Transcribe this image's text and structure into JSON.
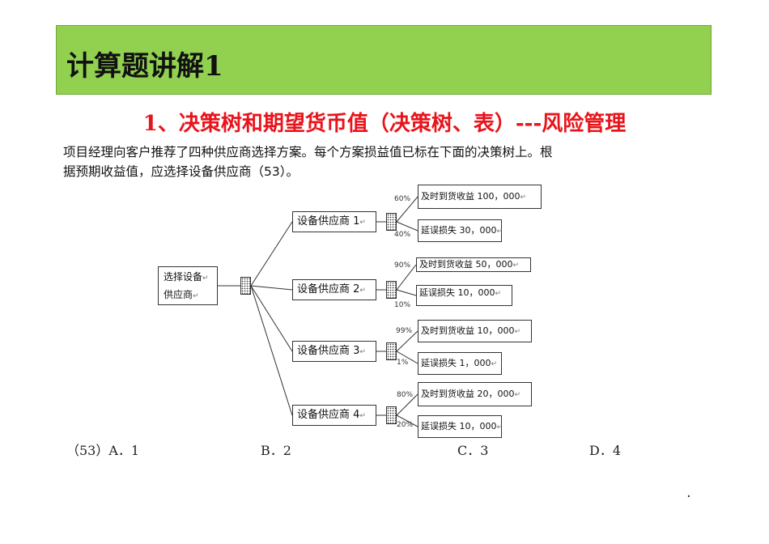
{
  "title": "计算题讲解1",
  "subtitle": "1、决策树和期望货币值（决策树、表）---风险管理",
  "question_lines": [
    "项目经理向客户推荐了四种供应商选择方案。每个方案损益值已标在下面的决策树上。根",
    "据预期收益值，应选择设备供应商（53）。"
  ],
  "tree": {
    "root_lines": [
      "选择设备",
      "供应商"
    ],
    "return_mark": "↵",
    "suppliers": [
      {
        "label": "设备供应商 1",
        "branches": [
          {
            "pct": "60%",
            "label": "及时到货收益 100，000"
          },
          {
            "pct": "40%",
            "label": "延误损失 30，000"
          }
        ]
      },
      {
        "label": "设备供应商 2",
        "branches": [
          {
            "pct": "90%",
            "label": "及时到货收益 50，000"
          },
          {
            "pct": "10%",
            "label": "延误损失 10，000"
          }
        ]
      },
      {
        "label": "设备供应商 3",
        "branches": [
          {
            "pct": "99%",
            "label": "及时到货收益 10，000"
          },
          {
            "pct": "1%",
            "label": "延误损失 1，000"
          }
        ]
      },
      {
        "label": "设备供应商 4",
        "branches": [
          {
            "pct": "80%",
            "label": "及时到货收益 20，000"
          },
          {
            "pct": "20%",
            "label": "延误损失 10，000"
          }
        ]
      }
    ]
  },
  "choices": {
    "prefix": "（53）",
    "a": "A．1",
    "b": "B．2",
    "c": "C．3",
    "d": "D．4"
  },
  "footer_mark": "."
}
